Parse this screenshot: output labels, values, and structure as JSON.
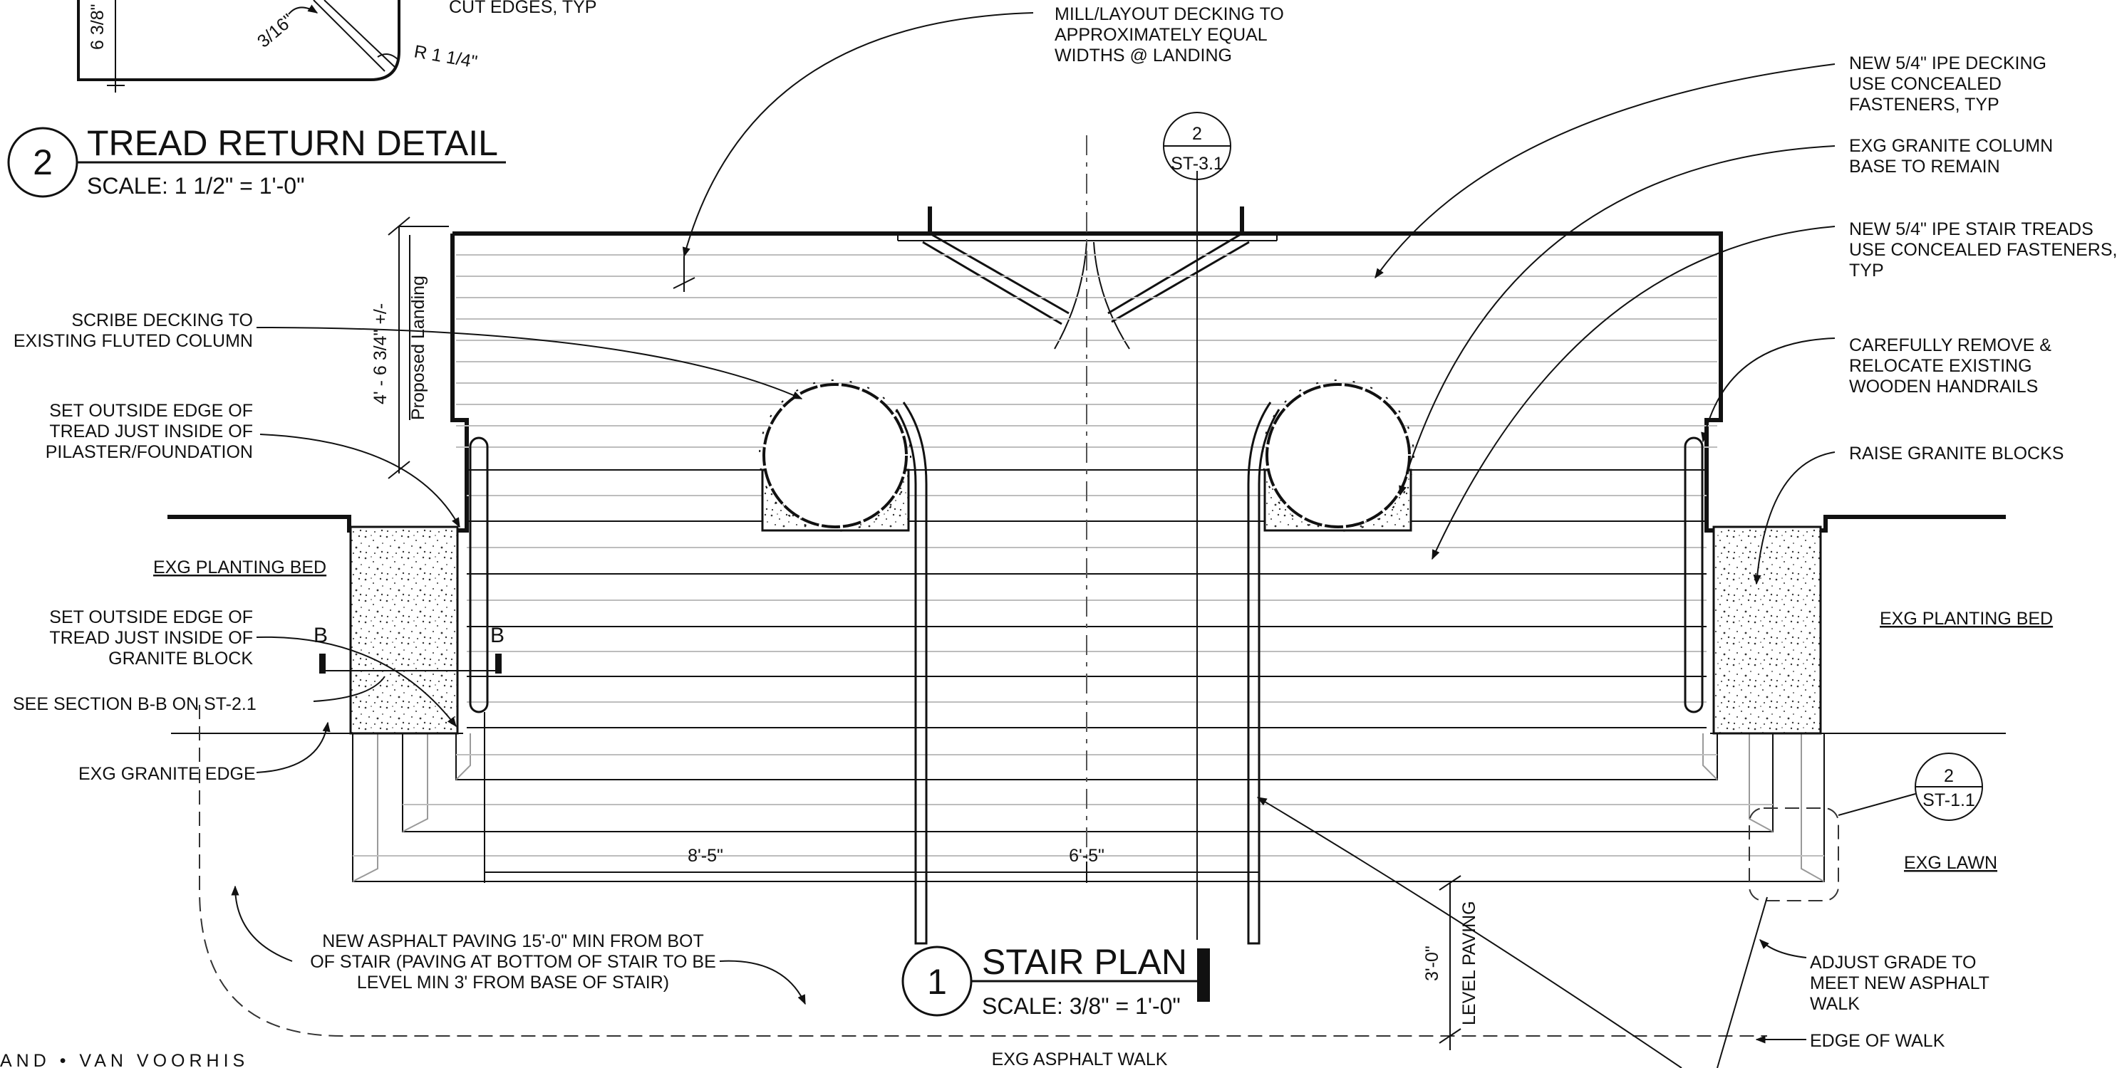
{
  "tread_detail": {
    "callout_number": "2",
    "title": "TREAD RETURN DETAIL",
    "scale": "SCALE:  1 1/2\" = 1'-0\"",
    "dim_height": "6 3/8\"",
    "dim_gap": "3/16\"",
    "dim_radius": "R 1 1/4\"",
    "cut_edges_note": "CUT EDGES, TYP"
  },
  "stair_plan": {
    "callout_number": "1",
    "title": "STAIR PLAN",
    "scale": "SCALE:  3/8\" = 1'-0\""
  },
  "section_marks": {
    "top_num": "2",
    "top_ref": "ST-3.1",
    "right_num": "2",
    "right_ref": "ST-1.1",
    "cut_left": "B",
    "cut_right": "B"
  },
  "dimensions": {
    "landing_depth": "4' - 6 3/4\" +/-",
    "landing_label": "Proposed Landing",
    "width_left": "8'-5\"",
    "width_right": "6'-5\"",
    "level_dist": "3'-0\"",
    "level_label": "LEVEL PAVING"
  },
  "notes_left": {
    "scribe": [
      "SCRIBE DECKING TO",
      "EXISTING FLUTED COLUMN"
    ],
    "set_pilaster": [
      "SET OUTSIDE EDGE OF",
      "TREAD JUST INSIDE OF",
      "PILASTER/FOUNDATION"
    ],
    "planting_left": "EXG PLANTING BED",
    "set_granite": [
      "SET OUTSIDE EDGE OF",
      "TREAD JUST INSIDE OF",
      "GRANITE BLOCK"
    ],
    "see_section": "SEE SECTION B-B ON ST-2.1",
    "granite_edge": "EXG GRANITE EDGE"
  },
  "notes_top": {
    "mill": [
      "MILL/LAYOUT DECKING TO",
      "APPROXIMATELY EQUAL",
      "WIDTHS @ LANDING"
    ]
  },
  "notes_right": {
    "decking": [
      "NEW 5/4\" IPE DECKING",
      "USE CONCEALED",
      "FASTENERS, TYP"
    ],
    "column_base": [
      "EXG GRANITE COLUMN",
      "BASE TO REMAIN"
    ],
    "treads": [
      "NEW 5/4\" IPE STAIR TREADS",
      "USE CONCEALED FASTENERS,",
      "TYP"
    ],
    "handrails": [
      "CAREFULLY REMOVE &",
      "RELOCATE EXISTING",
      "WOODEN HANDRAILS"
    ],
    "raise": "RAISE GRANITE BLOCKS",
    "planting_right": "EXG PLANTING BED",
    "lawn": "EXG LAWN",
    "grade": [
      "ADJUST GRADE TO",
      "MEET NEW ASPHALT",
      "WALK"
    ],
    "edge_walk": "EDGE OF WALK"
  },
  "notes_bottom": {
    "asphalt": [
      "NEW ASPHALT PAVING 15'-0\" MIN FROM BOT",
      "OF STAIR (PAVING AT BOTTOM OF STAIR TO BE",
      "LEVEL MIN 3' FROM BASE OF STAIR)"
    ],
    "asphalt_walk": "EXG ASPHALT WALK",
    "firm": "AND • VAN VOORHIS"
  }
}
